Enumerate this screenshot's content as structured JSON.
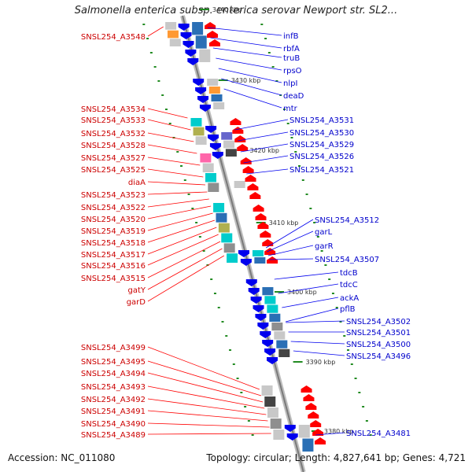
{
  "header": {
    "title": "Salmonella enterica subsp. enterica serovar Newport str. SL2..."
  },
  "footer": {
    "accession": "Accession: NC_011080",
    "topology": "Topology: circular; Length: 4,827,641 bp; Genes: 4,721"
  },
  "colors": {
    "reverse_label": "#cc0000",
    "forward_label": "#0000cc",
    "reverse_gene": "#ff0000",
    "forward_gene": "#0000ee",
    "backbone": "#999999",
    "tick": "#228b22",
    "scale": "#333333"
  },
  "scale_ticks": [
    "3440 kbp",
    "3430 kbp",
    "3420 kbp",
    "3410 kbp",
    "3400 kbp",
    "3390 kbp",
    "3380 kbp"
  ],
  "left_labels": [
    "SNSL254_A3548",
    "SNSL254_A3534",
    "SNSL254_A3533",
    "SNSL254_A3532",
    "SNSL254_A3528",
    "SNSL254_A3527",
    "SNSL254_A3525",
    "diaA",
    "SNSL254_A3523",
    "SNSL254_A3522",
    "SNSL254_A3520",
    "SNSL254_A3519",
    "SNSL254_A3518",
    "SNSL254_A3517",
    "SNSL254_A3516",
    "SNSL254_A3515",
    "gatY",
    "garD",
    "SNSL254_A3499",
    "SNSL254_A3495",
    "SNSL254_A3494",
    "SNSL254_A3493",
    "SNSL254_A3492",
    "SNSL254_A3491",
    "SNSL254_A3490",
    "SNSL254_A3489"
  ],
  "right_labels": [
    "infB",
    "rbfA",
    "truB",
    "rpsO",
    "nlpI",
    "deaD",
    "mtr",
    "SNSL254_A3531",
    "SNSL254_A3530",
    "SNSL254_A3529",
    "SNSL254_A3526",
    "SNSL254_A3521",
    "SNSL254_A3512",
    "garL",
    "garR",
    "SNSL254_A3507",
    "tdcB",
    "tdcC",
    "ackA",
    "pflB",
    "SNSL254_A3502",
    "SNSL254_A3501",
    "SNSL254_A3500",
    "SNSL254_A3496",
    "SNSL254_A3481"
  ]
}
